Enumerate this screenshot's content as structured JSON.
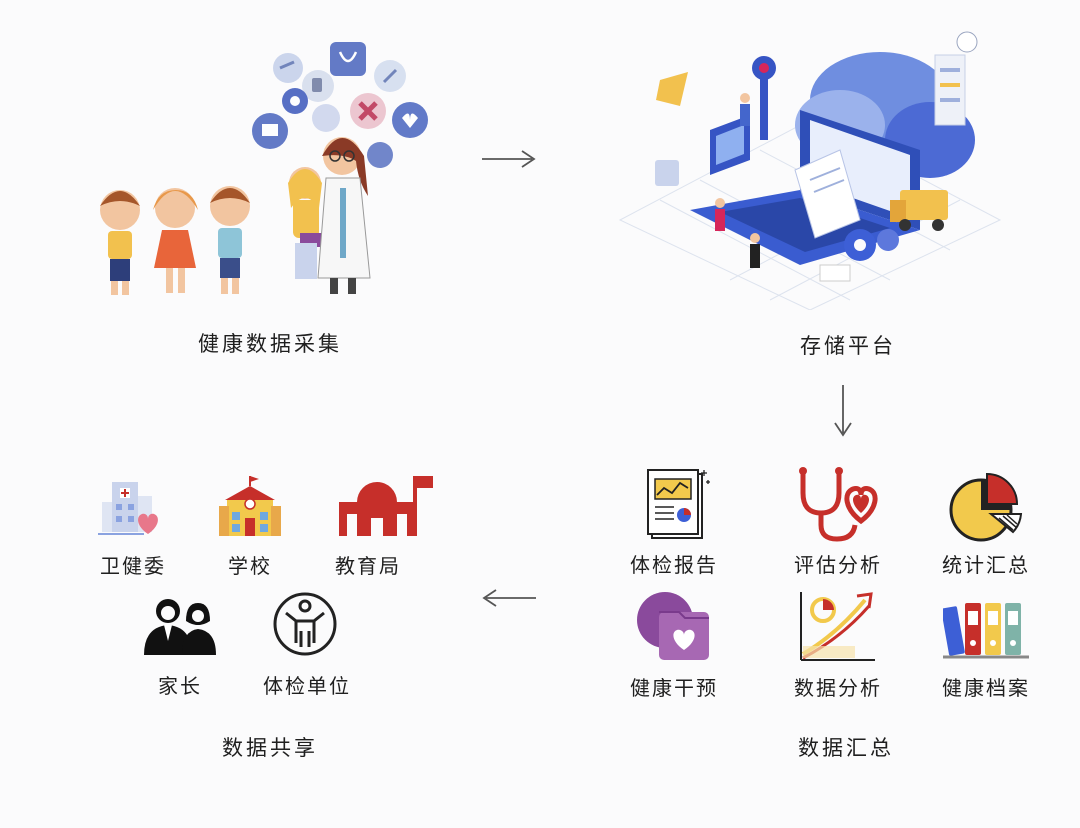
{
  "collection": {
    "title": "健康数据采集"
  },
  "storage": {
    "title": "存储平台"
  },
  "summary": {
    "title": "数据汇总",
    "items": [
      {
        "label": "体检报告",
        "icon": "report-icon"
      },
      {
        "label": "评估分析",
        "icon": "stethoscope-heart-icon"
      },
      {
        "label": "统计汇总",
        "icon": "pie-chart-icon"
      },
      {
        "label": "健康干预",
        "icon": "heart-folder-icon"
      },
      {
        "label": "数据分析",
        "icon": "growth-chart-icon"
      },
      {
        "label": "健康档案",
        "icon": "binders-icon"
      }
    ]
  },
  "sharing": {
    "title": "数据共享",
    "items": [
      {
        "label": "卫健委",
        "icon": "hospital-icon"
      },
      {
        "label": "学校",
        "icon": "school-icon"
      },
      {
        "label": "教育局",
        "icon": "education-bureau-icon"
      },
      {
        "label": "家长",
        "icon": "parents-icon"
      },
      {
        "label": "体检单位",
        "icon": "person-body-icon"
      }
    ]
  },
  "colors": {
    "red": "#c62f2a",
    "purple": "#8a4a9c",
    "yellow": "#f2c94c",
    "blue": "#3d5fd6",
    "arrow": "#555555"
  }
}
